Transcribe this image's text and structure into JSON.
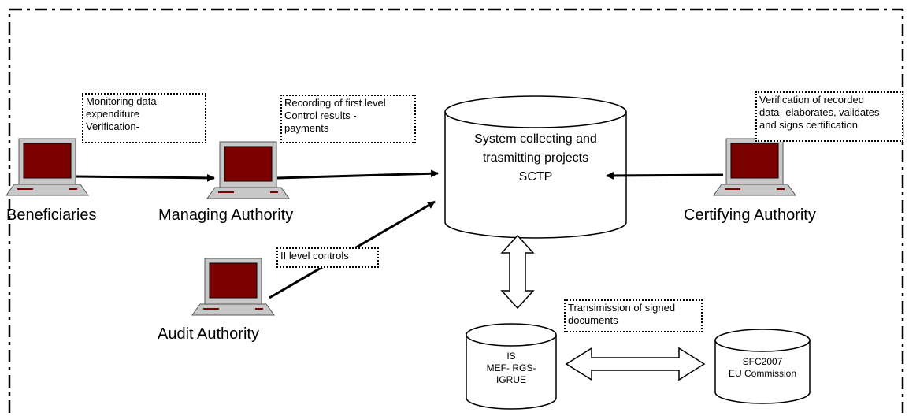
{
  "actors": {
    "beneficiaries": "Beneficiaries",
    "managing": "Managing Authority",
    "audit": "Audit Authority",
    "certifying": "Certifying Authority"
  },
  "notes": {
    "beneficiaries": [
      "Monitoring data-",
      "expenditure",
      "Verification-"
    ],
    "managing": [
      "Recording of first level",
      "Control results -",
      "payments"
    ],
    "certifying": [
      "Verification of recorded",
      "data- elaborates, validates",
      "and signs certification"
    ],
    "audit": [
      "II level controls"
    ],
    "transmission": [
      "Transimission of signed",
      "documents"
    ]
  },
  "databases": {
    "sctp": [
      "System collecting and",
      "trasmitting projects",
      "SCTP"
    ],
    "is": [
      "IS",
      "MEF- RGS-",
      "IGRUE"
    ],
    "sfc": [
      "SFC2007",
      "EU Commission"
    ]
  },
  "colors": {
    "screen": "#7b0000",
    "laptop_body": "#c8c8c8",
    "line": "#000000"
  },
  "icons": {
    "laptop": "laptop-icon",
    "database": "database-cylinder-icon"
  }
}
